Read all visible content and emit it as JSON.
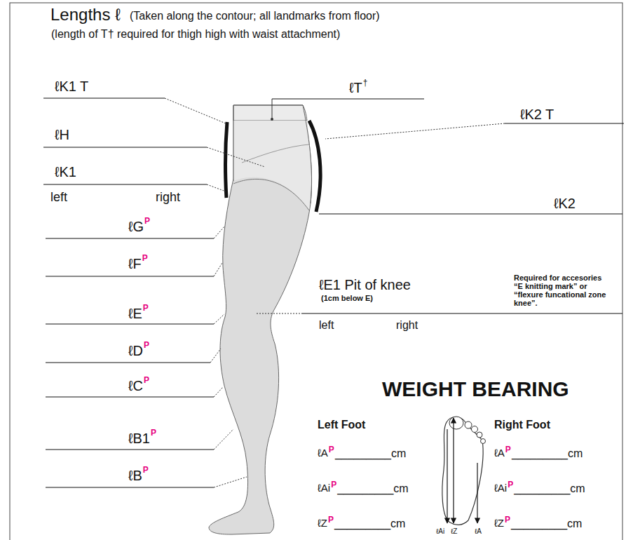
{
  "diagram": {
    "title": "Lengths ℓ",
    "labels": [
      "(Taken along the contour; all landmarks from floor)",
      "(length of T† required for thigh high with waist attachment)",
      "ℓK1 T",
      "ℓT",
      "†",
      "ℓK2 T",
      "ℓH",
      "ℓK1",
      "left",
      "right",
      "ℓK2",
      "ℓG",
      "P",
      "ℓF",
      "P",
      "ℓE1 Pit of knee",
      "(1cm below E)",
      "Required for accesories “E knitting mark” or “flexure funcational zone knee”.",
      "ℓE",
      "P",
      "left",
      "right",
      "ℓD",
      "P",
      "ℓC",
      "P",
      "ℓB1",
      "P",
      "ℓB",
      "P",
      "WEIGHT BEARING",
      "Left Foot",
      "Right Foot",
      "ℓA",
      "P",
      "_________cm",
      "ℓAi",
      "P",
      "_________cm",
      "ℓZ",
      "P",
      "_________cm",
      "ℓA",
      "P",
      "_________cm",
      "ℓAi",
      "P",
      "_________cm",
      "ℓZ",
      "P",
      "_________cm",
      "ℓAi",
      "ℓZ",
      "ℓA"
    ]
  }
}
